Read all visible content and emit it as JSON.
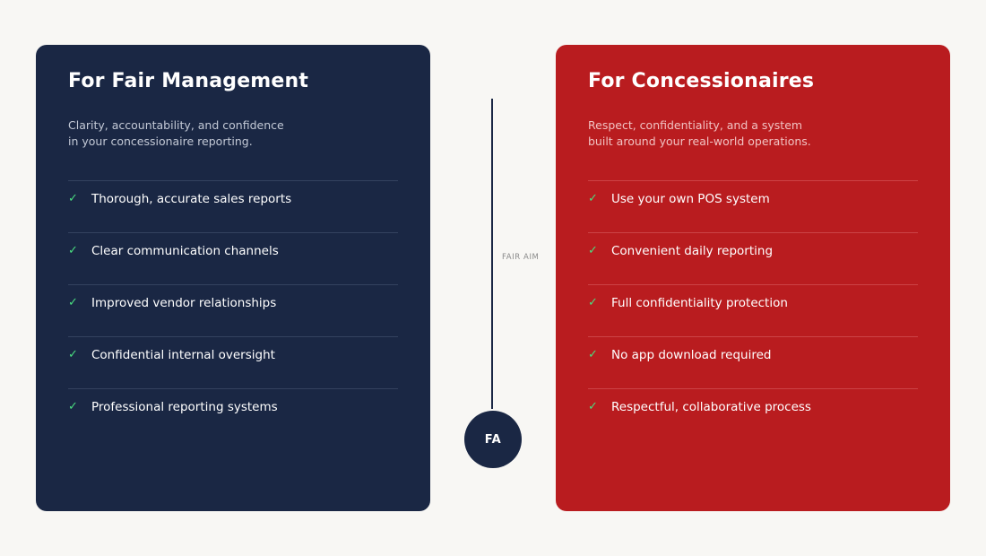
{
  "left_card": {
    "title": "For Fair Management",
    "subtitle_line1": "Clarity, accountability, and confidence",
    "subtitle_line2": "in your concessionaire reporting.",
    "check_glyph": "✓",
    "items": [
      "Thorough, accurate sales reports",
      "Clear communication channels",
      "Improved vendor relationships",
      "Confidential internal oversight",
      "Professional reporting systems"
    ],
    "background": "#1a2744"
  },
  "right_card": {
    "title": "For Concessionaires",
    "subtitle_line1": "Respect, confidentiality, and a system",
    "subtitle_line2": "built around your real-world operations.",
    "check_glyph": "✓",
    "items": [
      "Use your own POS system",
      "Convenient daily reporting",
      "Full confidentiality protection",
      "No app download required",
      "Respectful, collaborative process"
    ],
    "background": "#b91c1f"
  },
  "divider": {
    "label": "FAIR AIM",
    "badge": "FA"
  },
  "colors": {
    "navy": "#1a2744",
    "red": "#b91c1f",
    "check": "#4ade80",
    "page": "#f8f7f4"
  }
}
